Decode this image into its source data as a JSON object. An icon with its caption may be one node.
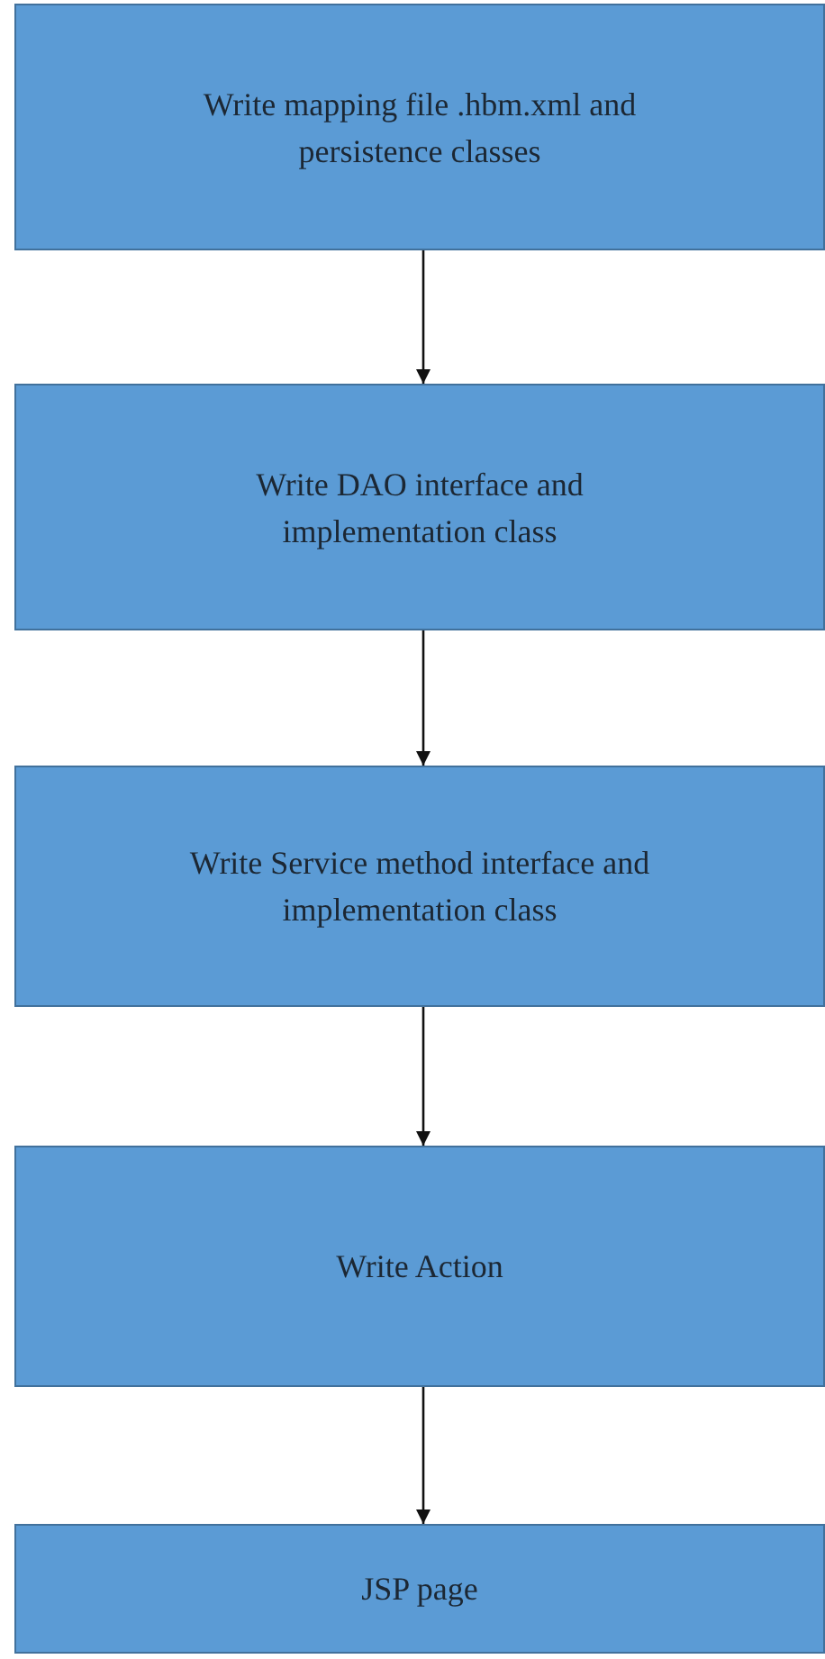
{
  "diagram": {
    "nodes": [
      {
        "text": [
          "Write mapping file .hbm.xml and persistence classes"
        ]
      },
      {
        "text": [
          "Write DAO interface and implementation class"
        ]
      },
      {
        "text": [
          "Write Service method interface and implementation class"
        ]
      },
      {
        "text": [
          "Write Action"
        ]
      },
      {
        "text": [
          "JSP page"
        ]
      }
    ],
    "edges": [
      {
        "from": 0,
        "to": 1,
        "arrow": "to"
      },
      {
        "from": 1,
        "to": 2,
        "arrow": "to"
      },
      {
        "from": 2,
        "to": 3,
        "arrow": "to"
      },
      {
        "from": 3,
        "to": 4,
        "arrow": "to"
      }
    ]
  }
}
